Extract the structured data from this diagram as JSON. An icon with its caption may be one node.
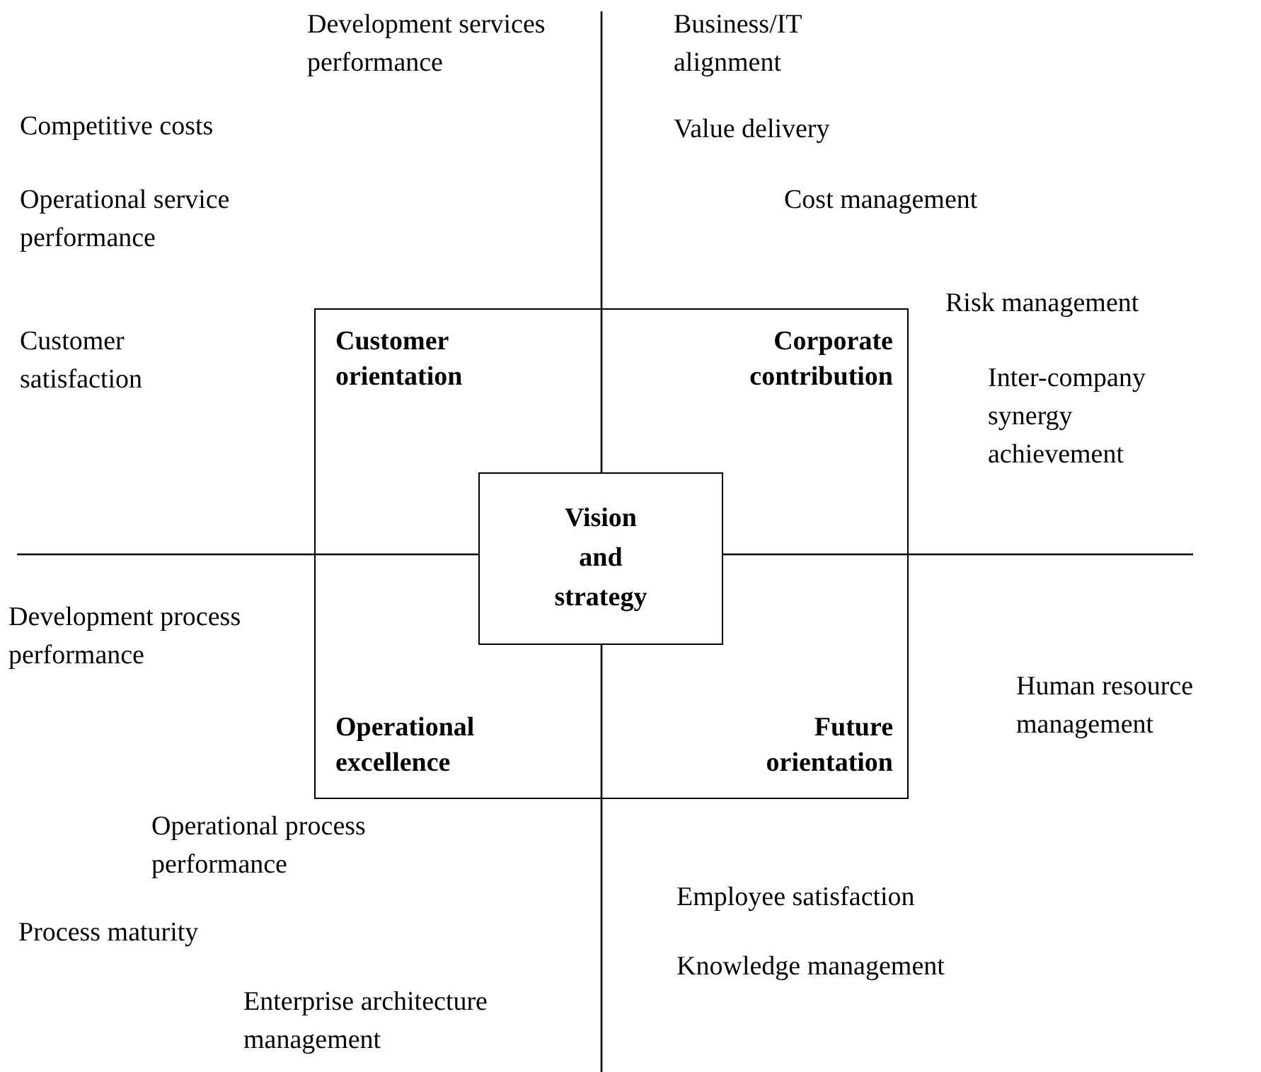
{
  "diagram": {
    "nodes": [
      {
        "text": [
          "Customer orientation",
          "Corporate contribution",
          "Operational excellence",
          "Future orientation"
        ]
      },
      {
        "text": [
          "Vision and strategy"
        ],
        "in": 0
      }
    ],
    "labels": [
      "Development services performance",
      "Business/IT alignment",
      "Competitive costs",
      "Value delivery",
      "Operational service performance",
      "Cost management",
      "Risk management",
      "Customer satisfaction",
      "Inter-company synergy achievement",
      "Development process performance",
      "Human resource management",
      "Operational process performance",
      "Employee satisfaction",
      "Process maturity",
      "Knowledge management",
      "Enterprise architecture management"
    ]
  }
}
